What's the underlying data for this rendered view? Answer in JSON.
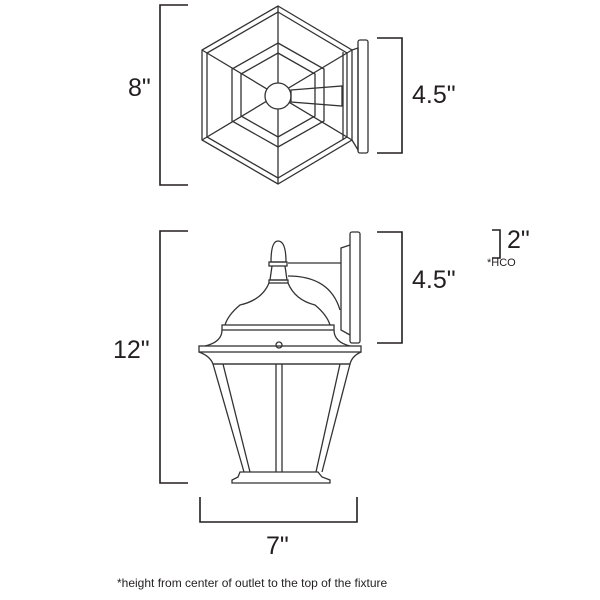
{
  "top_view": {
    "height": "8\"",
    "mount_height": "4.5\""
  },
  "front_view": {
    "height": "12\"",
    "mount_height": "4.5\"",
    "hco": "2\"",
    "hco_label": "*HCO",
    "width": "7\""
  },
  "footnote": "*height from center of outlet to the top of the fixture",
  "colors": {
    "line": "#231f20",
    "background": "#ffffff"
  }
}
